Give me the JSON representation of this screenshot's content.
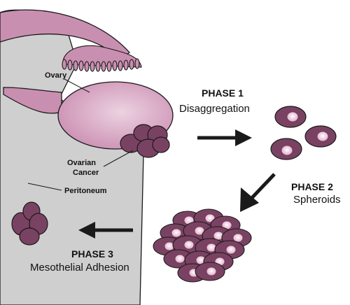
{
  "labels": {
    "ovary": "Ovary",
    "ovarian_cancer_line1": "Ovarian",
    "ovarian_cancer_line2": "Cancer",
    "peritoneum": "Peritoneum"
  },
  "phases": [
    {
      "title": "PHASE 1",
      "subtitle": "Disaggregation"
    },
    {
      "title": "PHASE 2",
      "subtitle": "Spheroids"
    },
    {
      "title": "PHASE 3",
      "subtitle": "Mesothelial Adhesion"
    }
  ],
  "colors": {
    "peritoneum": "#cfcfcf",
    "tissue": "#c98fb0",
    "tissue_light": "#e6c2d6",
    "cell": "#7a4262",
    "cell_light": "#a77892",
    "nucleus": "#f4d3e6",
    "outline": "#1a1a1a"
  }
}
